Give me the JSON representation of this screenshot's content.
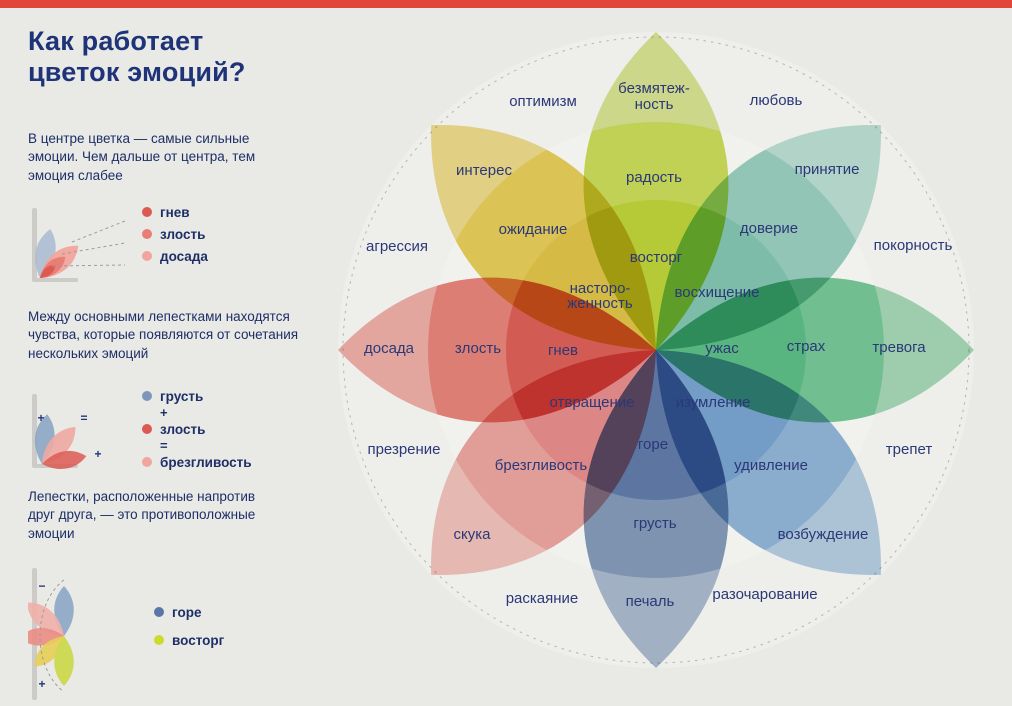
{
  "theme": {
    "accent_bar": "#e2453a",
    "background": "#e9e9e6",
    "text_navy": "#1f3478"
  },
  "header": {
    "title": "Как работает цветок эмоций?"
  },
  "blocks": [
    {
      "text": "В центре цветка — самые сильные эмоции. Чем дальше от центра, тем эмоция слабее",
      "legend": [
        {
          "label": "гнев",
          "color": "#dc5a52"
        },
        {
          "label": "злость",
          "color": "#e87e74"
        },
        {
          "label": "досада",
          "color": "#f1a59d"
        }
      ]
    },
    {
      "text": "Между основными лепестками находятся чувства, которые появляются от сочетания нескольких эмоций",
      "legend": [
        {
          "label": "грусть",
          "color": "#7e96b9"
        },
        {
          "label": "злость",
          "color": "#dc5a52"
        },
        {
          "label": "брезгливость",
          "color": "#f1a59d"
        }
      ],
      "op_plus": "+",
      "op_equals": "="
    },
    {
      "text": "Лепестки, расположенные напротив друг друга, — это противоположные эмоции",
      "legend": [
        {
          "label": "горе",
          "color": "#5a76a8"
        },
        {
          "label": "восторг",
          "color": "#c9dc2e"
        }
      ],
      "op_plus": "+",
      "op_minus": "−"
    }
  ],
  "flower": {
    "dyads": {
      "optimism": "оптимизм",
      "love": "любовь",
      "submission": "покорность",
      "awe": "трепет",
      "disappointment": "разочарование",
      "remorse": "раскаяние",
      "contempt": "презрение",
      "aggressiveness": "агрессия"
    },
    "labels": {
      "joy_outer_1": "безмятеж-",
      "joy_outer_2": "ность",
      "joy_mid": "радость",
      "joy_inner": "восторг",
      "trust_outer": "принятие",
      "trust_mid": "доверие",
      "trust_inner": "восхищение",
      "fear_outer": "тревога",
      "fear_mid": "страх",
      "fear_inner": "ужас",
      "surprise_outer": "возбуждение",
      "surprise_mid": "удивление",
      "surprise_inner": "изумление",
      "sadness_outer": "печаль",
      "sadness_mid": "грусть",
      "sadness_inner": "горе",
      "disgust_outer": "скука",
      "disgust_mid": "брезгливость",
      "disgust_inner": "отвращение",
      "anger_outer": "досада",
      "anger_mid": "злость",
      "anger_inner": "гнев",
      "anticipation_outer": "интерес",
      "anticipation_mid": "ожидание",
      "anticipation_inner_1": "насторо-",
      "anticipation_inner_2": "женность"
    },
    "colors": {
      "joy": {
        "inner": "#bdd336",
        "mid": "#c9dc52",
        "outer": "#d6e383"
      },
      "trust": {
        "inner": "#7fc4b2",
        "mid": "#95cfbf",
        "outer": "#b4ddd1"
      },
      "fear": {
        "inner": "#58bd84",
        "mid": "#71c795",
        "outer": "#99d6af"
      },
      "surprise": {
        "inner": "#75a1d1",
        "mid": "#8db3da",
        "outer": "#abc9e5"
      },
      "sadness": {
        "inner": "#5a76a8",
        "mid": "#7e96b9",
        "outer": "#9fb2cc"
      },
      "disgust": {
        "inner": "#e7898b",
        "mid": "#efa2a0",
        "outer": "#f5bcb5"
      },
      "anger": {
        "inner": "#dc5a52",
        "mid": "#e87e74",
        "outer": "#f1a59d"
      },
      "anticipation": {
        "inner": "#dfc246",
        "mid": "#e7cd55",
        "outer": "#eed87b"
      }
    }
  }
}
